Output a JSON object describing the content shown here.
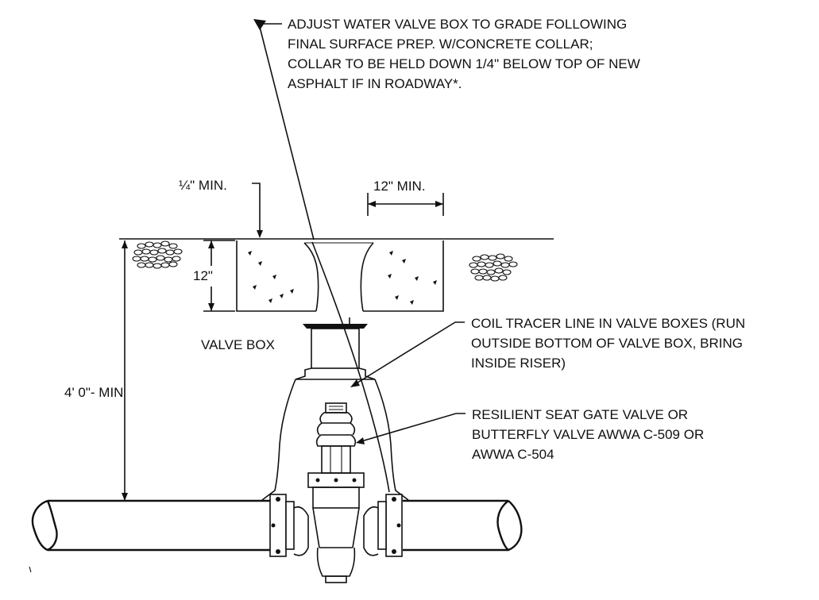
{
  "notes": {
    "valve_box_top": [
      "ADJUST WATER VALVE BOX TO GRADE FOLLOWING",
      "FINAL SURFACE PREP. W/CONCRETE COLLAR;",
      "COLLAR TO BE HELD DOWN 1/4\" BELOW TOP OF NEW",
      "ASPHALT IF IN ROADWAY*."
    ],
    "tracer_line": [
      "COIL TRACER LINE IN VALVE BOXES (RUN",
      "OUTSIDE BOTTOM OF VALVE BOX, BRING",
      "INSIDE RISER)"
    ],
    "gate_valve": [
      "RESILIENT SEAT GATE VALVE OR",
      "BUTTERFLY VALVE AWWA C-509 OR",
      "AWWA C-504"
    ]
  },
  "labels": {
    "valve_box": "VALVE BOX"
  },
  "dimensions": {
    "quarter_inch_min": "¼\" MIN.",
    "collar_width_min": "12\" MIN.",
    "collar_depth": "12\"",
    "cover_depth_min": "4' 0\"- MIN"
  },
  "colors": {
    "line": "#111111",
    "background": "#ffffff"
  }
}
